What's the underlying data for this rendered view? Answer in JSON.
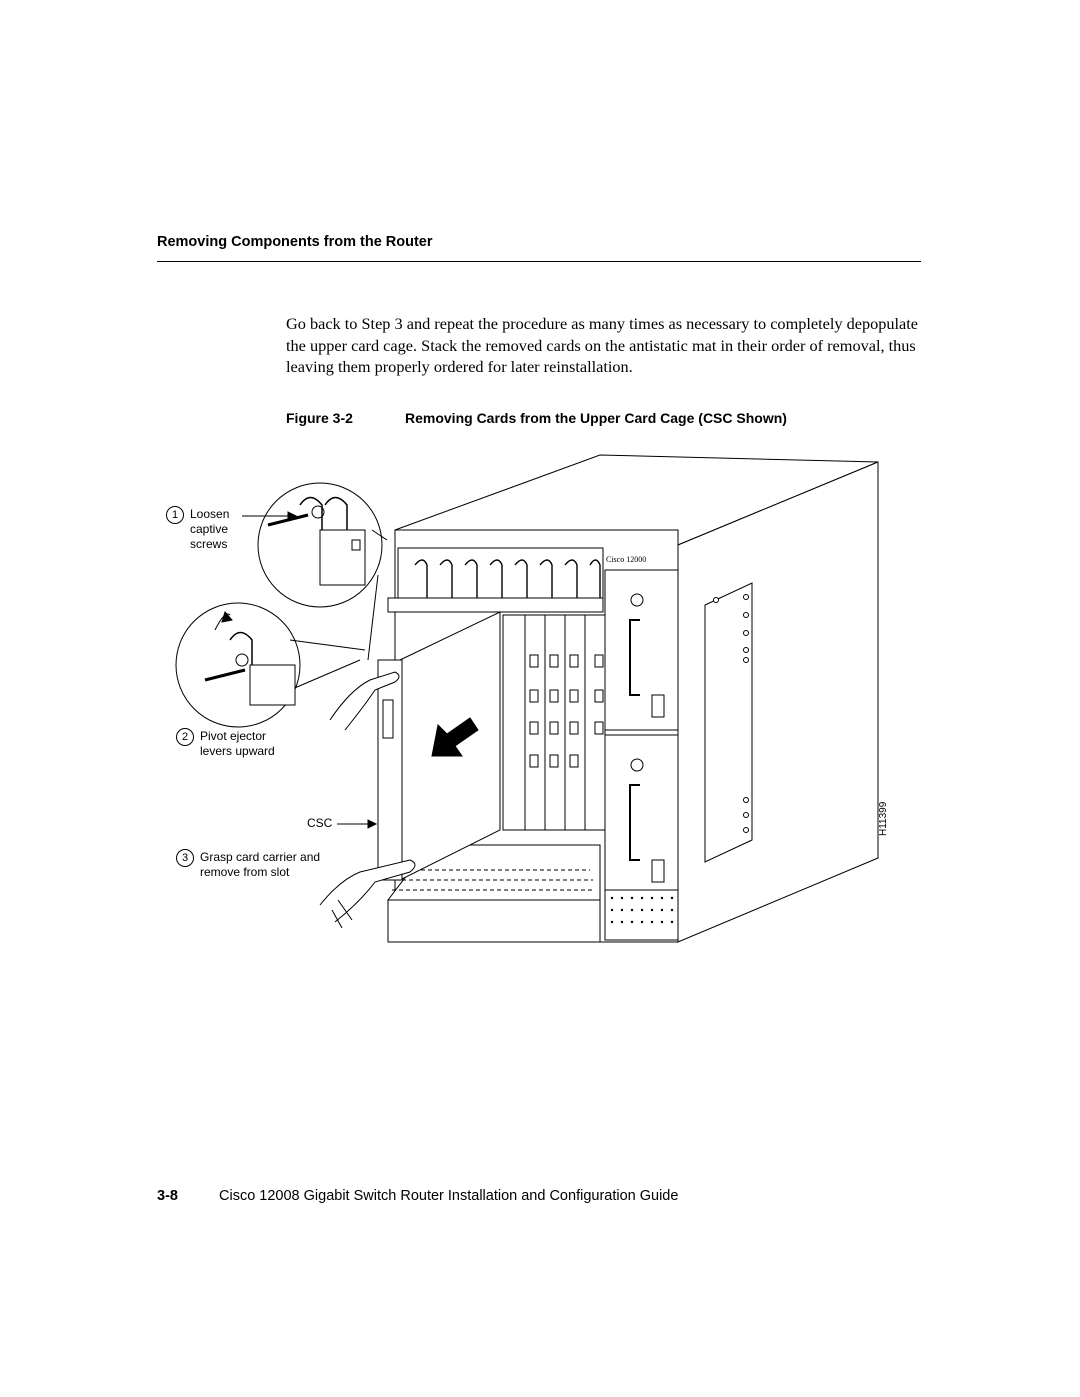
{
  "header": {
    "section_title": "Removing Components from the Router"
  },
  "body": {
    "paragraph": "Go back to Step 3 and repeat the procedure as many times as necessary to completely depopulate the upper card cage. Stack the removed cards on the antistatic mat in their order of removal, thus leaving them properly ordered for later reinstallation."
  },
  "figure": {
    "label": "Figure 3-2",
    "title": "Removing Cards from the Upper Card Cage (CSC Shown)",
    "callouts": [
      {
        "num": "1",
        "lines": [
          "Loosen",
          "captive",
          "screws"
        ]
      },
      {
        "num": "2",
        "lines": [
          "Pivot ejector",
          "levers upward"
        ]
      },
      {
        "num": "3",
        "lines": [
          "Grasp card carrier and",
          "remove from slot"
        ]
      }
    ],
    "csc_label": "CSC",
    "chassis_badge": "Cisco 12000",
    "figure_id": "H11399"
  },
  "footer": {
    "page_number": "3-8",
    "doc_title": "Cisco 12008 Gigabit Switch Router Installation and Configuration Guide"
  }
}
